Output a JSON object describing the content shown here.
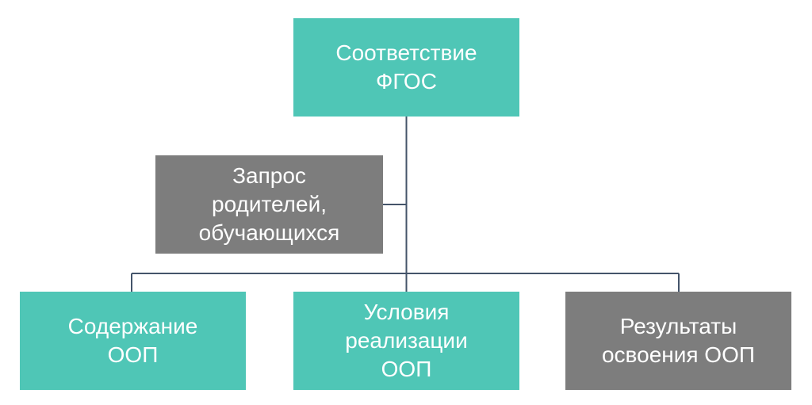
{
  "diagram": {
    "nodes": {
      "fgos": {
        "label": "Соответствие\nФГОС"
      },
      "request": {
        "label": "Запрос\nродителей,\nобучающихся"
      },
      "content": {
        "label": "Содержание\nООП"
      },
      "conditions": {
        "label": "Условия\nреализации\nООП"
      },
      "results": {
        "label": "Результаты\nосвоения ООП"
      }
    },
    "colors": {
      "teal": "#4FC6B6",
      "gray": "#7D7D7D",
      "line": "#44546A",
      "text": "#FFFFFF"
    }
  }
}
